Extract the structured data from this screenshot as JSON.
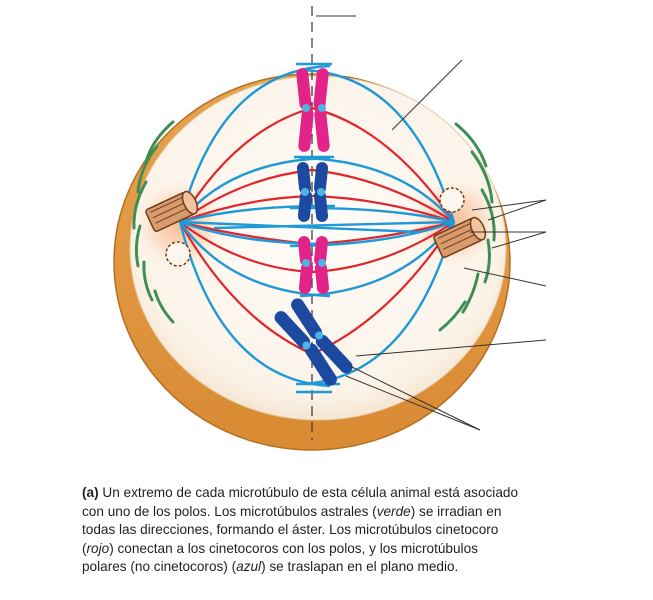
{
  "figure": {
    "colors": {
      "cell_membrane_outer": "#e3a14c",
      "cell_membrane_edge": "#c47a26",
      "cytoplasm": "#fbf5ec",
      "astral_microtubules": "#3e8f55",
      "kinetochore_microtubules": "#e0262c",
      "polar_microtubules": "#1f9ad7",
      "chromosome_pink": "#e2238a",
      "chromosome_blue": "#1c4aa1",
      "centrosome_glow": "#f6c7a3",
      "leader_line": "#333333"
    },
    "icons": [
      "centriole-icon",
      "chromosome-icon",
      "aster-icon"
    ]
  },
  "caption": {
    "label": "(a)",
    "part1": " Un extremo de cada microtúbulo de esta célula animal está asociado con uno de los polos. Los microtúbulos astrales (",
    "astral_color": "verde",
    "part2": ") se irradian en todas las direcciones, formando el áster. Los microtúbulos cinetocoro (",
    "kinetochore_color": "rojo",
    "part3": ") conectan a los cinetocoros con los polos, y los microtúbulos polares (no cinetocoros) (",
    "polar_color": "azul",
    "part4": ") se traslapan en el plano medio."
  }
}
